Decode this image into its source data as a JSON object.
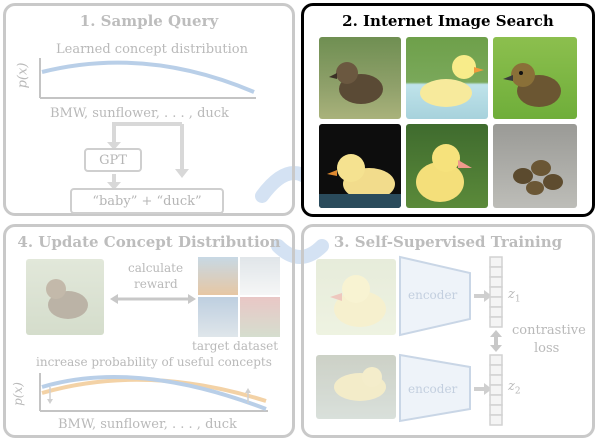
{
  "panels": {
    "p1": {
      "title": "1. Sample Query",
      "curve_label": "Learned concept distribution",
      "y_axis_label": "p(x)",
      "x_axis_label": "BMW, sunflower, . . . , duck",
      "gpt_label": "GPT",
      "query_text": "“baby”  +  “duck”"
    },
    "p2": {
      "title": "2. Internet Image Search"
    },
    "p3": {
      "title": "3. Self-Supervised Training",
      "encoder_label": "encoder",
      "z1_label": "z",
      "z1_sub": "1",
      "z2_label": "z",
      "z2_sub": "2",
      "loss_label_1": "contrastive",
      "loss_label_2": "loss"
    },
    "p4": {
      "title": "4. Update Concept Distribution",
      "reward_label_1": "calculate",
      "reward_label_2": "reward",
      "dataset_label": "target dataset",
      "increase_label": "increase probability of useful concepts",
      "y_axis_label": "p(x)",
      "x_axis_label": "BMW, sunflower, . . . , duck"
    }
  },
  "colors": {
    "active_border": "#000000",
    "faded_border": "#c9c9c9",
    "curve_blue": "#b9cfe8",
    "curve_orange": "#f3d2a6",
    "cycle_arrow": "#cddcf0"
  }
}
